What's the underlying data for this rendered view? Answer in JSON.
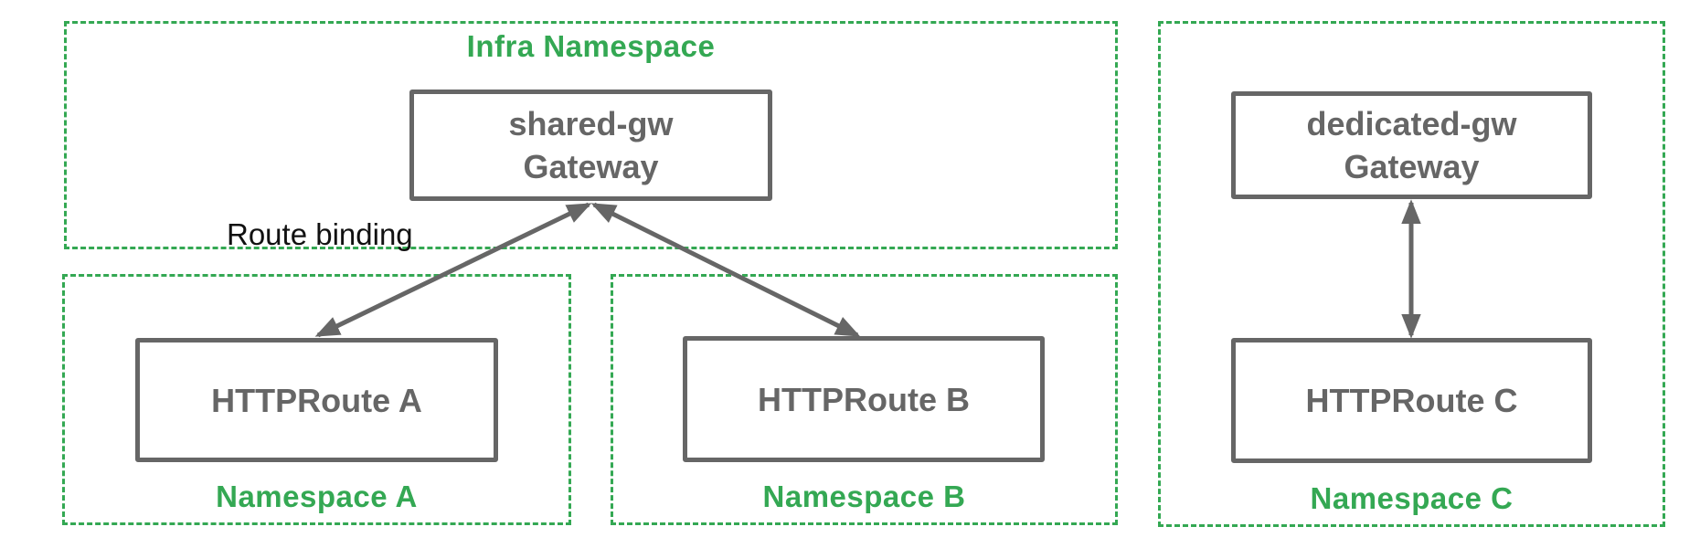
{
  "colors": {
    "green": "#34A853",
    "gray": "#666666",
    "ink": "#111111",
    "bg": "#ffffff"
  },
  "namespaces": {
    "infra": {
      "label": "Infra Namespace"
    },
    "a": {
      "label": "Namespace A"
    },
    "b": {
      "label": "Namespace B"
    },
    "c": {
      "label": "Namespace C"
    }
  },
  "nodes": {
    "shared_gw": {
      "line1": "shared-gw",
      "line2": "Gateway"
    },
    "route_a": {
      "label": "HTTPRoute A"
    },
    "route_b": {
      "label": "HTTPRoute B"
    },
    "dedicated_gw": {
      "line1": "dedicated-gw",
      "line2": "Gateway"
    },
    "route_c": {
      "label": "HTTPRoute C"
    }
  },
  "annotations": {
    "route_binding": "Route binding"
  }
}
